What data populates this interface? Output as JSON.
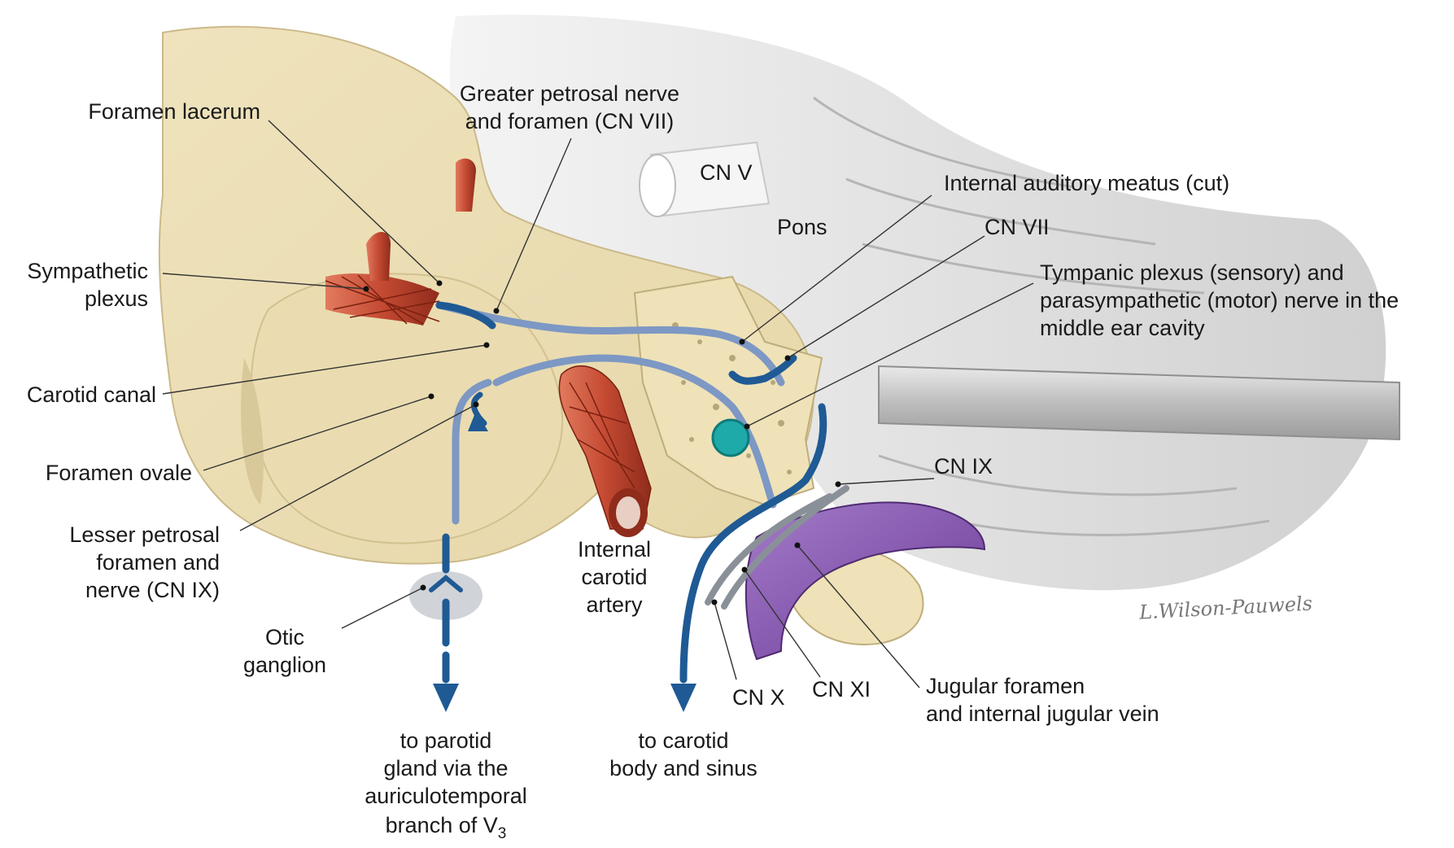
{
  "labels": {
    "foramen_lacerum": "Foramen lacerum",
    "greater_petrosal_1": "Greater petrosal nerve",
    "greater_petrosal_2": "and foramen (CN VII)",
    "cn_v": "CN V",
    "pons": "Pons",
    "internal_auditory_meatus": "Internal auditory meatus (cut)",
    "cn_vii": "CN VII",
    "tympanic_1": "Tympanic plexus (sensory) and",
    "tympanic_2": "parasympathetic (motor) nerve in the",
    "tympanic_3": "middle ear cavity",
    "sympathetic_1": "Sympathetic",
    "sympathetic_2": "plexus",
    "carotid_canal": "Carotid canal",
    "foramen_ovale": "Foramen ovale",
    "lesser_petrosal_1": "Lesser petrosal",
    "lesser_petrosal_2": "foramen and",
    "lesser_petrosal_3": "nerve (CN IX)",
    "otic_1": "Otic",
    "otic_2": "ganglion",
    "ica_1": "Internal",
    "ica_2": "carotid",
    "ica_3": "artery",
    "cn_ix": "CN IX",
    "cn_x": "CN X",
    "cn_xi": "CN XI",
    "jugular_1": "Jugular foramen",
    "jugular_2": "and internal jugular vein",
    "parotid_1": "to parotid",
    "parotid_2": "gland via the",
    "parotid_3": "auriculotemporal",
    "parotid_4": "branch of V",
    "parotid_4_sub": "3",
    "carotid_body_1": "to carotid",
    "carotid_body_2": "body and sinus",
    "signature": "L.Wilson-Pauwels"
  },
  "colors": {
    "nerve": "#1f5a94",
    "nerve_light": "#7d98c4",
    "artery": "#c44a32",
    "vein": "#7b4aa6",
    "bone": "#f0e6c2",
    "bone_cancellous": "#efe2b8",
    "brainstem": "#dcdcdc",
    "ganglion": "#d0d3d8",
    "tympanic_plexus": "#1eaaa8"
  }
}
